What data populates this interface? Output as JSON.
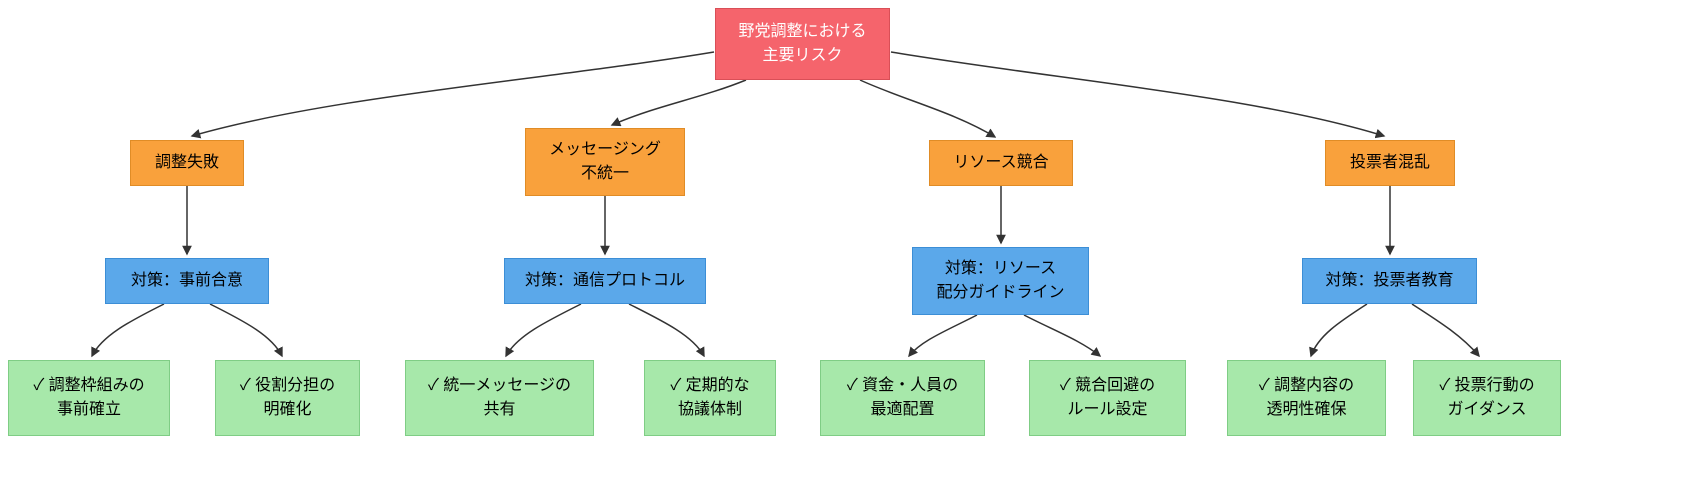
{
  "diagram": {
    "root": {
      "label": "野党調整における\n主要リスク"
    },
    "risks": [
      {
        "label": "調整失敗"
      },
      {
        "label": "メッセージング\n不統一"
      },
      {
        "label": "リソース競合"
      },
      {
        "label": "投票者混乱"
      }
    ],
    "countermeasures": [
      {
        "label": "対策：事前合意"
      },
      {
        "label": "対策：通信プロトコル"
      },
      {
        "label": "対策：リソース\n配分ガイドライン"
      },
      {
        "label": "対策：投票者教育"
      }
    ],
    "actions": [
      {
        "label": "✓ 調整枠組みの\n事前確立"
      },
      {
        "label": "✓ 役割分担の\n明確化"
      },
      {
        "label": "✓ 統一メッセージの\n共有"
      },
      {
        "label": "✓ 定期的な\n協議体制"
      },
      {
        "label": "✓ 資金・人員の\n最適配置"
      },
      {
        "label": "✓ 競合回避の\nルール設定"
      },
      {
        "label": "✓ 調整内容の\n透明性確保"
      },
      {
        "label": "✓ 投票行動の\nガイダンス"
      }
    ],
    "colors": {
      "root_fill": "#f5646c",
      "root_border": "#d94f57",
      "risk_fill": "#f9a13c",
      "risk_border": "#e08c26",
      "counter_fill": "#5ba8ea",
      "counter_border": "#3c8ed6",
      "action_fill": "#a7e8aa",
      "action_border": "#7fcd85",
      "edge_color": "#333333"
    }
  }
}
